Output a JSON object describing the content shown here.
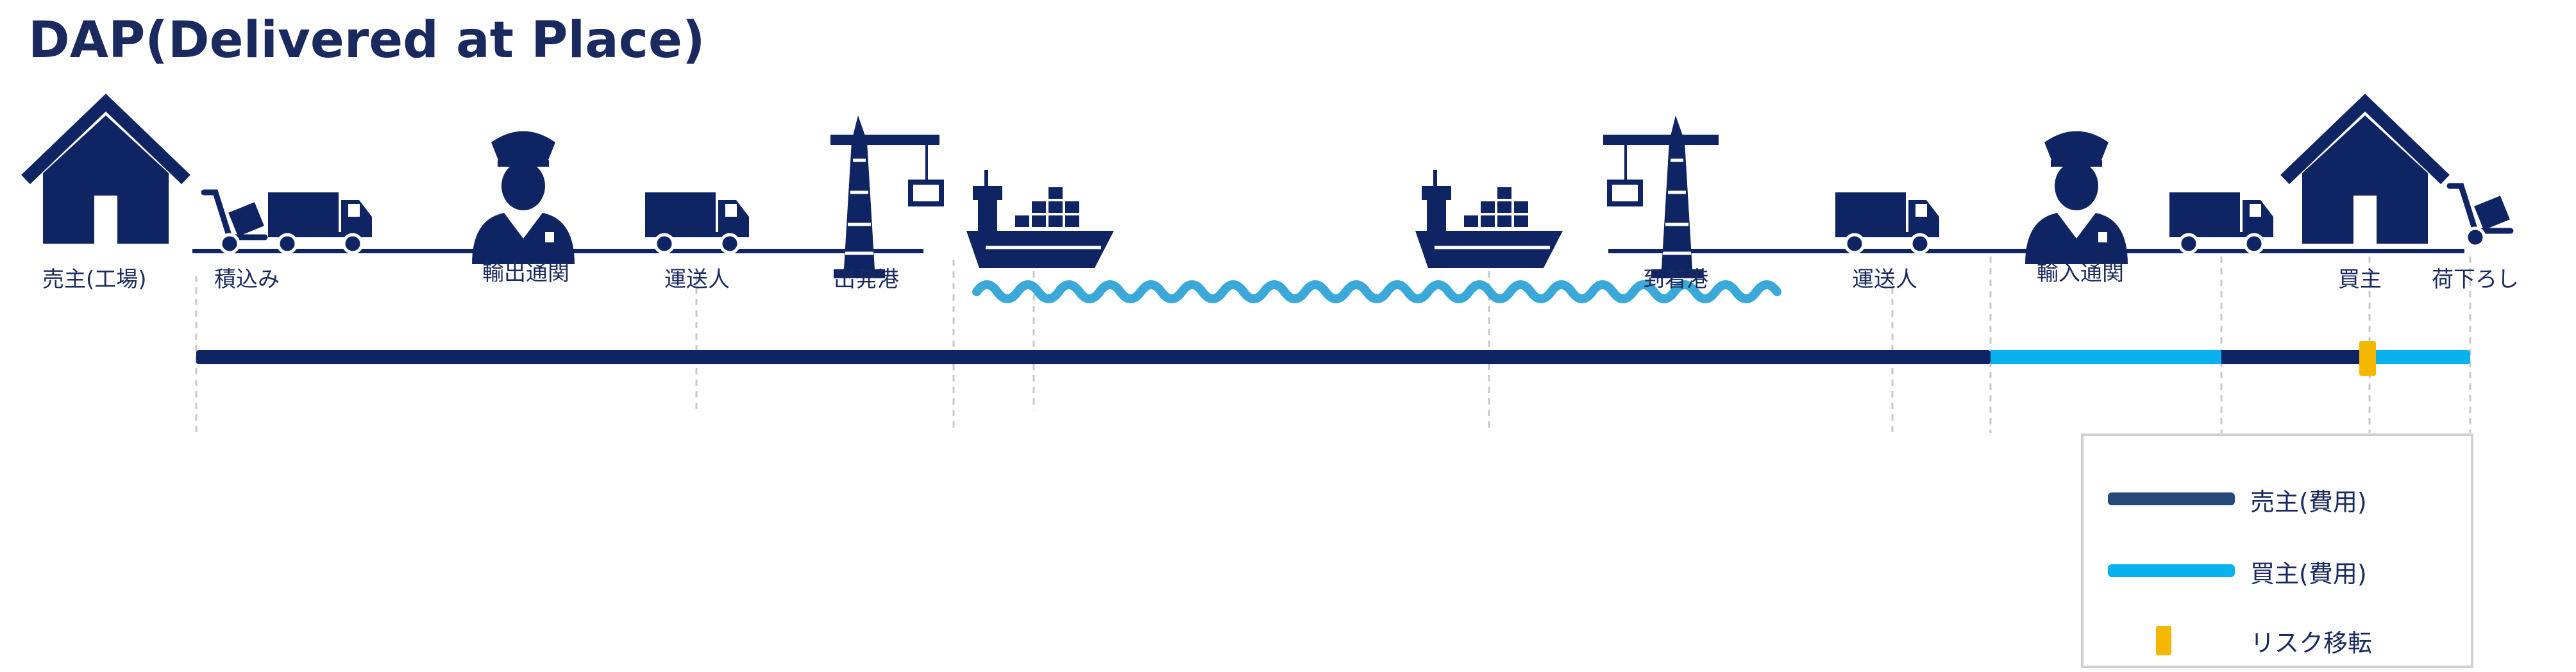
{
  "title": "DAP(Delivered at Place)",
  "labels": {
    "seller_factory": "売主(工場)",
    "loading": "積込み",
    "export_clearance": "輸出通関",
    "carrier1": "運送人",
    "departure_port": "出発港",
    "arrival_port": "到着港",
    "carrier2": "運送人",
    "import_clearance": "輸入通関",
    "buyer": "買主",
    "unloading": "荷下ろし"
  },
  "legend": {
    "seller_cost": "売主(費用)",
    "buyer_cost": "買主(費用)",
    "risk_transfer": "リスク移転"
  },
  "colors": {
    "navy": "#0f2563",
    "cyan": "#09b2ee",
    "wave": "#3aa8d8",
    "risk": "#f5b800",
    "legend_seller": "#26497a",
    "guide": "#c8c8c8"
  },
  "icons": [
    "house-icon",
    "hand-truck-icon",
    "truck-icon",
    "customs-officer-icon",
    "port-crane-icon",
    "container-ship-icon",
    "sea-wave-icon"
  ]
}
